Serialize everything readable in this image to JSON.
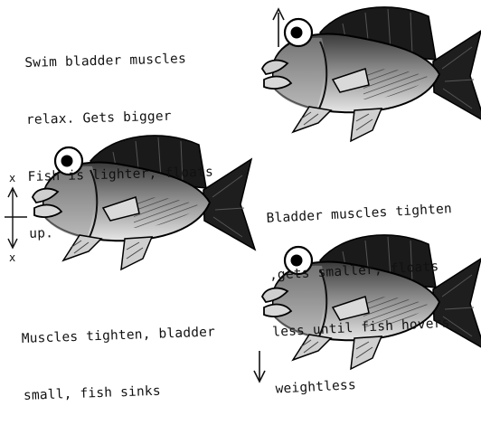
{
  "captions": {
    "rise": [
      "Swim bladder muscles",
      "relax. Gets bigger",
      "Fish is lighter, floats",
      "up."
    ],
    "hover": [
      "Bladder muscles tighten",
      ",gets smaller, floats",
      "less until fish hovers",
      "weightless"
    ],
    "sink": [
      "Muscles tighten, bladder",
      "small, fish sinks"
    ]
  },
  "side_marker": {
    "top": "x",
    "bottom": "x"
  },
  "colors": {
    "ink": "#111111",
    "fin_dark": "#1c1c1c",
    "body_mid": "#7c7c7c",
    "belly_light": "#e2e2e2"
  },
  "icons": [
    "fish-icon",
    "arrow-up-icon",
    "arrow-down-icon"
  ]
}
